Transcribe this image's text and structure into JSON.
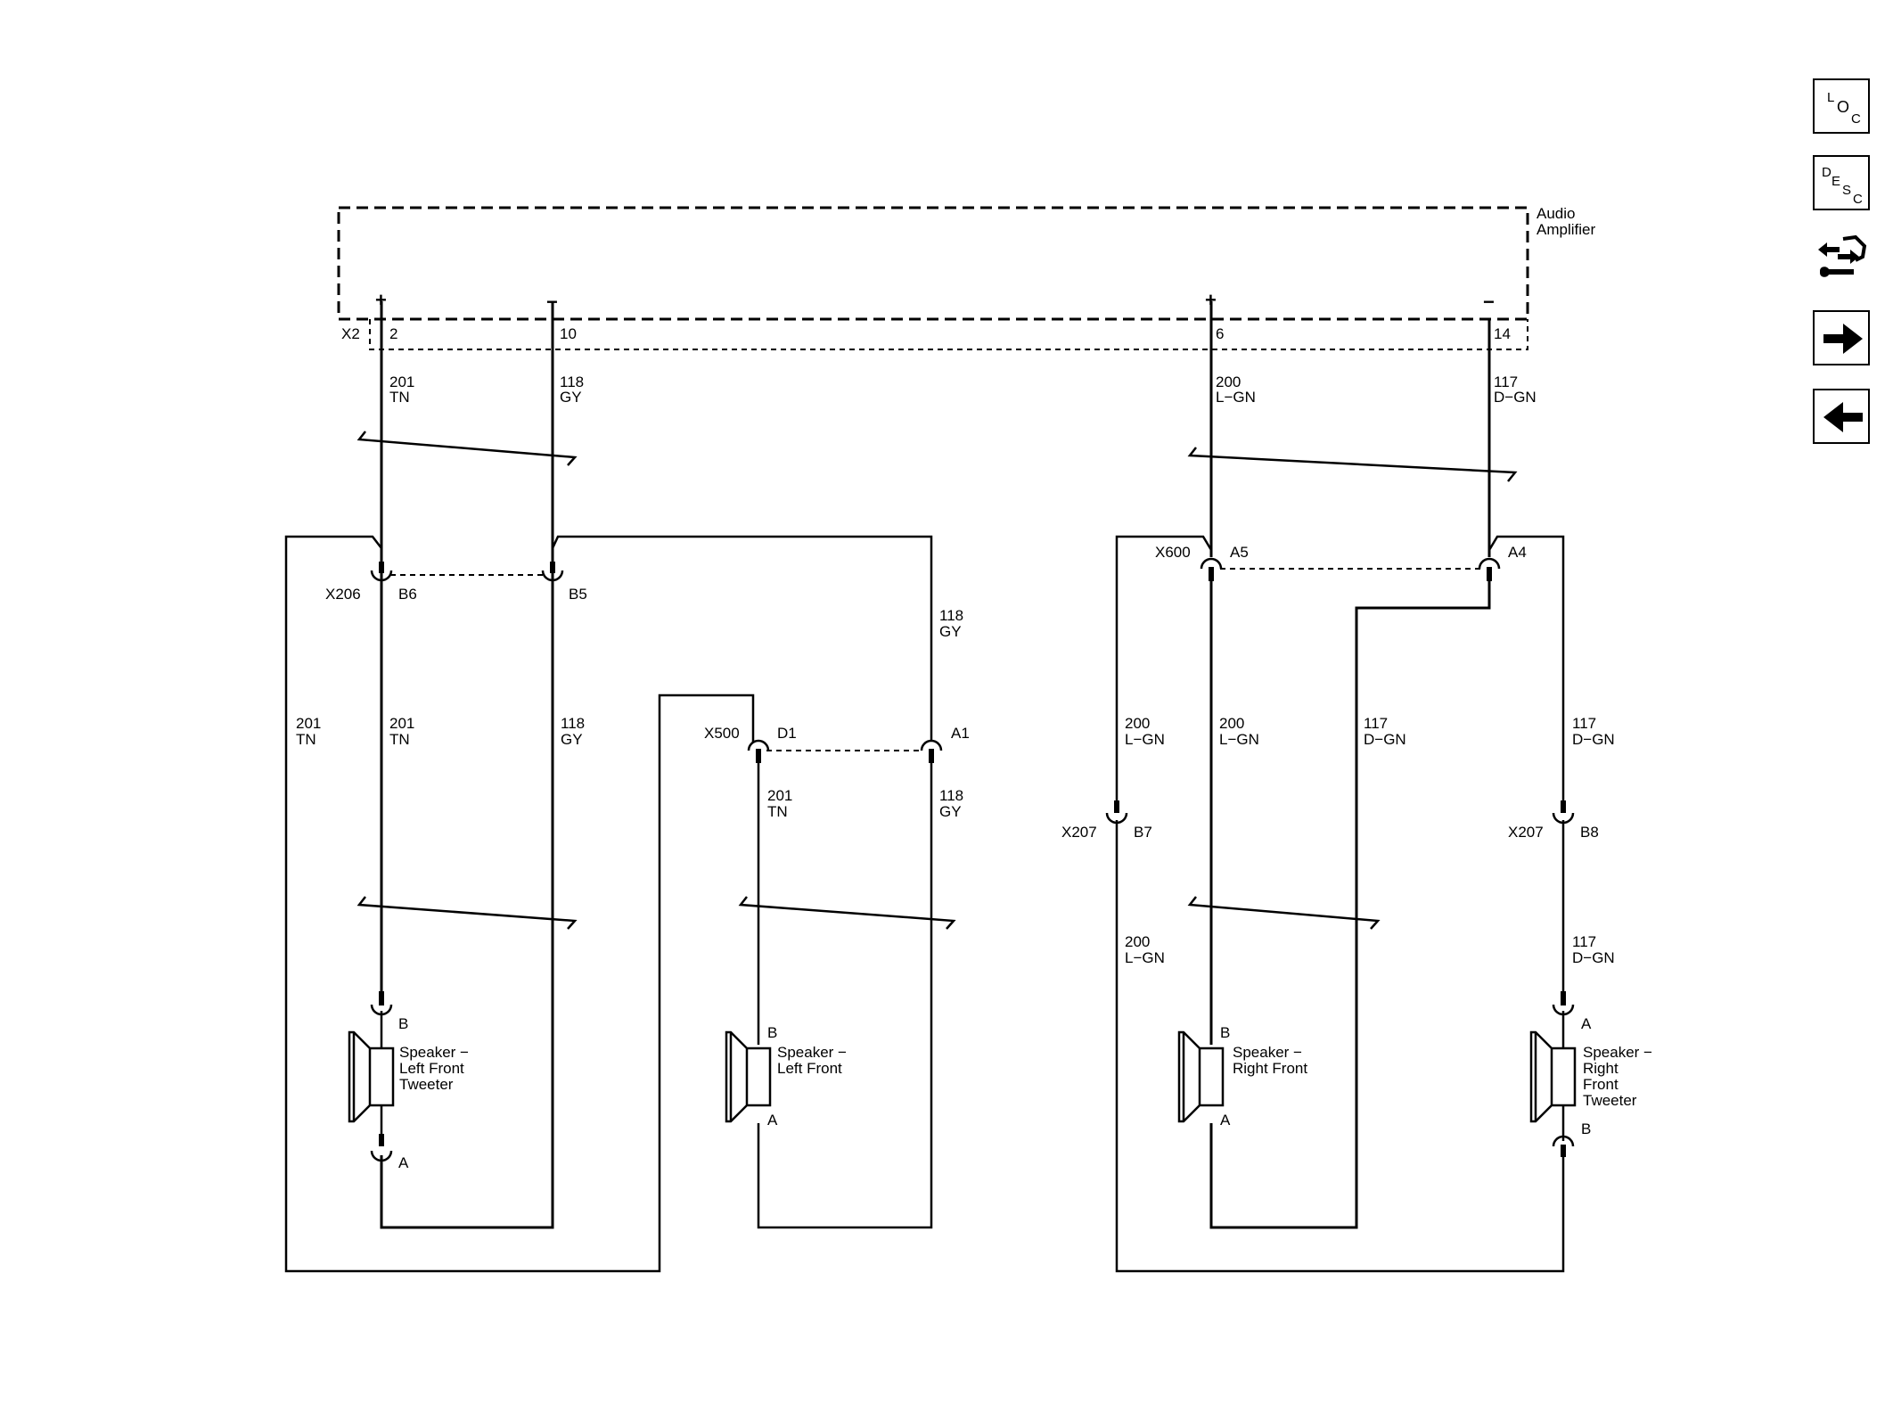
{
  "module": {
    "name_line1": "Audio",
    "name_line2": "Amplifier",
    "connector": "X2"
  },
  "amp_pins": [
    {
      "pin": "2",
      "sign": "+",
      "circuit": "201",
      "color": "TN"
    },
    {
      "pin": "10",
      "sign": "−",
      "circuit": "118",
      "color": "GY"
    },
    {
      "pin": "6",
      "sign": "+",
      "circuit": "200",
      "color": "L−GN"
    },
    {
      "pin": "14",
      "sign": "−",
      "circuit": "117",
      "color": "D−GN"
    }
  ],
  "connectors": {
    "x206": {
      "name": "X206",
      "pin1": "B6",
      "pin2": "B5"
    },
    "x500": {
      "name": "X500",
      "pin1": "D1",
      "pin2": "A1"
    },
    "x600": {
      "name": "X600",
      "pin1": "A5",
      "pin2": "A4"
    },
    "x207_left": {
      "name": "X207",
      "pin": "B7"
    },
    "x207_right": {
      "name": "X207",
      "pin": "B8"
    }
  },
  "wire_labels": {
    "gy_upper": {
      "num": "118",
      "color": "GY"
    },
    "tn_outer": {
      "num": "201",
      "color": "TN"
    },
    "tn_inner": {
      "num": "201",
      "color": "TN"
    },
    "gy_mid": {
      "num": "118",
      "color": "GY"
    },
    "tn_x500": {
      "num": "201",
      "color": "TN"
    },
    "gy_x500": {
      "num": "118",
      "color": "GY"
    },
    "lgn_outer": {
      "num": "200",
      "color": "L−GN"
    },
    "lgn_inner": {
      "num": "200",
      "color": "L−GN"
    },
    "dgn_inner": {
      "num": "117",
      "color": "D−GN"
    },
    "dgn_outer": {
      "num": "117",
      "color": "D−GN"
    },
    "lgn_lower": {
      "num": "200",
      "color": "L−GN"
    },
    "dgn_lower": {
      "num": "117",
      "color": "D−GN"
    }
  },
  "speakers": {
    "left_tweeter": {
      "lines": [
        "Speaker −",
        "Left Front",
        "Tweeter"
      ],
      "pin_top": "B",
      "pin_bottom": "A"
    },
    "left_front": {
      "lines": [
        "Speaker −",
        "Left Front"
      ],
      "pin_top": "B",
      "pin_bottom": "A"
    },
    "right_front": {
      "lines": [
        "Speaker −",
        "Right Front"
      ],
      "pin_top": "B",
      "pin_bottom": "A"
    },
    "right_tweeter": {
      "lines": [
        "Speaker −",
        "Right",
        "Front",
        "Tweeter"
      ],
      "pin_top": "A",
      "pin_bottom": "B"
    }
  },
  "nav_buttons": {
    "loc": {
      "letters": [
        "L",
        "O",
        "C"
      ],
      "icon": "location-icon"
    },
    "desc": {
      "letters": [
        "D",
        "E",
        "S",
        "C"
      ],
      "icon": "description-icon"
    },
    "connector": {
      "icon": "connector-wrench-icon"
    },
    "next": {
      "icon": "arrow-right-icon"
    },
    "prev": {
      "icon": "arrow-left-icon"
    }
  }
}
